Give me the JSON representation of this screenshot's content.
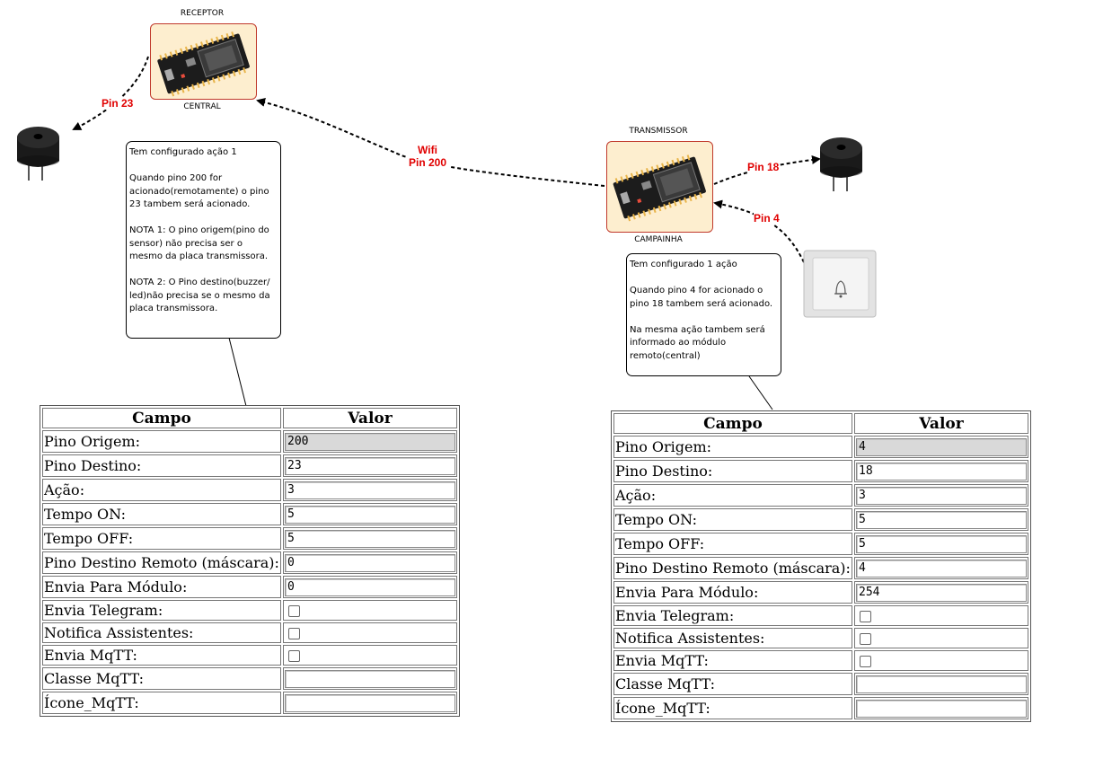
{
  "left_device": {
    "top_label": "RECEPTOR",
    "bottom_label": "CENTRAL",
    "buzzer_pin": "Pin 23"
  },
  "right_device": {
    "top_label": "TRANSMISSOR",
    "bottom_label": "CAMPAINHA",
    "buzzer_pin": "Pin 18",
    "button_pin": "Pin 4"
  },
  "link": {
    "line1": "Wifi",
    "line2": "Pin 200"
  },
  "note_left": {
    "p1": "Tem configurado ação 1",
    "p2": "Quando pino 200 for acionado(remotamente) o pino 23 tambem será acionado.",
    "p3": "NOTA 1: O pino origem(pino do sensor) não precisa ser o mesmo da placa transmissora.",
    "p4": "NOTA 2: O Pino destino(buzzer/ led)não precisa se o mesmo da placa transmissora."
  },
  "note_right": {
    "p1": "Tem configurado 1 ação",
    "p2": "Quando pino 4 for acionado o pino 18 tambem será acionado.",
    "p3": "Na mesma ação tambem será informado ao módulo remoto(central)"
  },
  "table_headers": {
    "field": "Campo",
    "value": "Valor"
  },
  "row_labels": {
    "pino_origem": "Pino Origem:",
    "pino_destino": "Pino Destino:",
    "acao": "Ação:",
    "tempo_on": "Tempo ON:",
    "tempo_off": "Tempo OFF:",
    "pino_destino_remoto": "Pino Destino Remoto (máscara):",
    "envia_modulo": "Envia Para Módulo:",
    "envia_telegram": "Envia Telegram:",
    "notifica_assistentes": "Notifica Assistentes:",
    "envia_mqtt": "Envia MqTT:",
    "classe_mqtt": "Classe MqTT:",
    "icone_mqtt": "Ícone_MqTT:"
  },
  "left_table": {
    "pino_origem": "200",
    "pino_destino": "23",
    "acao": "3",
    "tempo_on": "5",
    "tempo_off": "5",
    "pino_destino_remoto": "0",
    "envia_modulo": "0",
    "envia_telegram": false,
    "notifica_assistentes": false,
    "envia_mqtt": false,
    "classe_mqtt": "",
    "icone_mqtt": ""
  },
  "right_table": {
    "pino_origem": "4",
    "pino_destino": "18",
    "acao": "3",
    "tempo_on": "5",
    "tempo_off": "5",
    "pino_destino_remoto": "4",
    "envia_modulo": "254",
    "envia_telegram": false,
    "notifica_assistentes": false,
    "envia_mqtt": false,
    "classe_mqtt": "",
    "icone_mqtt": ""
  },
  "colors": {
    "pin_label": "#e00000",
    "board_bg": "#fdeecf",
    "board_border": "#c0392b"
  },
  "icons": {
    "board": "esp32-board-icon",
    "buzzer": "buzzer-icon",
    "doorbell": "doorbell-button-icon"
  }
}
